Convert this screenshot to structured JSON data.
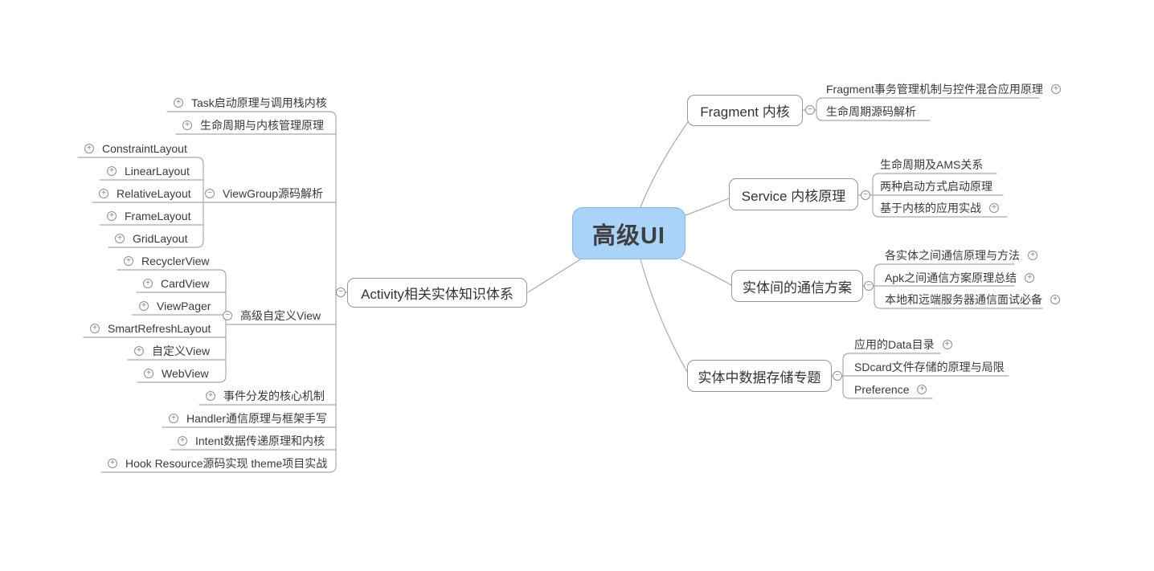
{
  "map": {
    "root": {
      "label": "高级UI"
    },
    "activity": {
      "label": "Activity相关实体知识体系",
      "task": "Task启动原理与调用栈内核",
      "lifecycle": "生命周期与内核管理原理",
      "viewgroup": {
        "label": "ViewGroup源码解析",
        "constraint": "ConstraintLayout",
        "linear": "LinearLayout",
        "relative": "RelativeLayout",
        "frame": "FrameLayout",
        "grid": "GridLayout"
      },
      "custom": {
        "label": "高级自定义View",
        "recycler": "RecyclerView",
        "card": "CardView",
        "pager": "ViewPager",
        "smart": "SmartRefreshLayout",
        "customview": "自定义View",
        "web": "WebView"
      },
      "event": "事件分发的核心机制",
      "handler": "Handler通信原理与框架手写",
      "intent": "Intent数据传递原理和内核",
      "hook": "Hook Resource源码实现 theme项目实战"
    },
    "fragment": {
      "label": "Fragment 内核",
      "transaction": "Fragment事务管理机制与控件混合应用原理",
      "lifecycle": "生命周期源码解析"
    },
    "service": {
      "label": "Service 内核原理",
      "ams": "生命周期及AMS关系",
      "two_ways": "两种启动方式启动原理",
      "practice": "基于内核的应用实战"
    },
    "communication": {
      "label": "实体间的通信方案",
      "methods": "各实体之间通信原理与方法",
      "apk": "Apk之间通信方案原理总结",
      "remote": "本地和远端服务器通信面试必备"
    },
    "storage": {
      "label": "实体中数据存储专题",
      "data_dir": "应用的Data目录",
      "sdcard": "SDcard文件存储的原理与局限",
      "preference": "Preference"
    }
  },
  "icons": {
    "expand": "+",
    "collapse": "−"
  },
  "colors": {
    "root_fill": "#a9d3f8",
    "root_border": "#85b4e2",
    "branch_border": "#979797",
    "line": "#a9a9a9",
    "text": "#3a3a3a"
  }
}
